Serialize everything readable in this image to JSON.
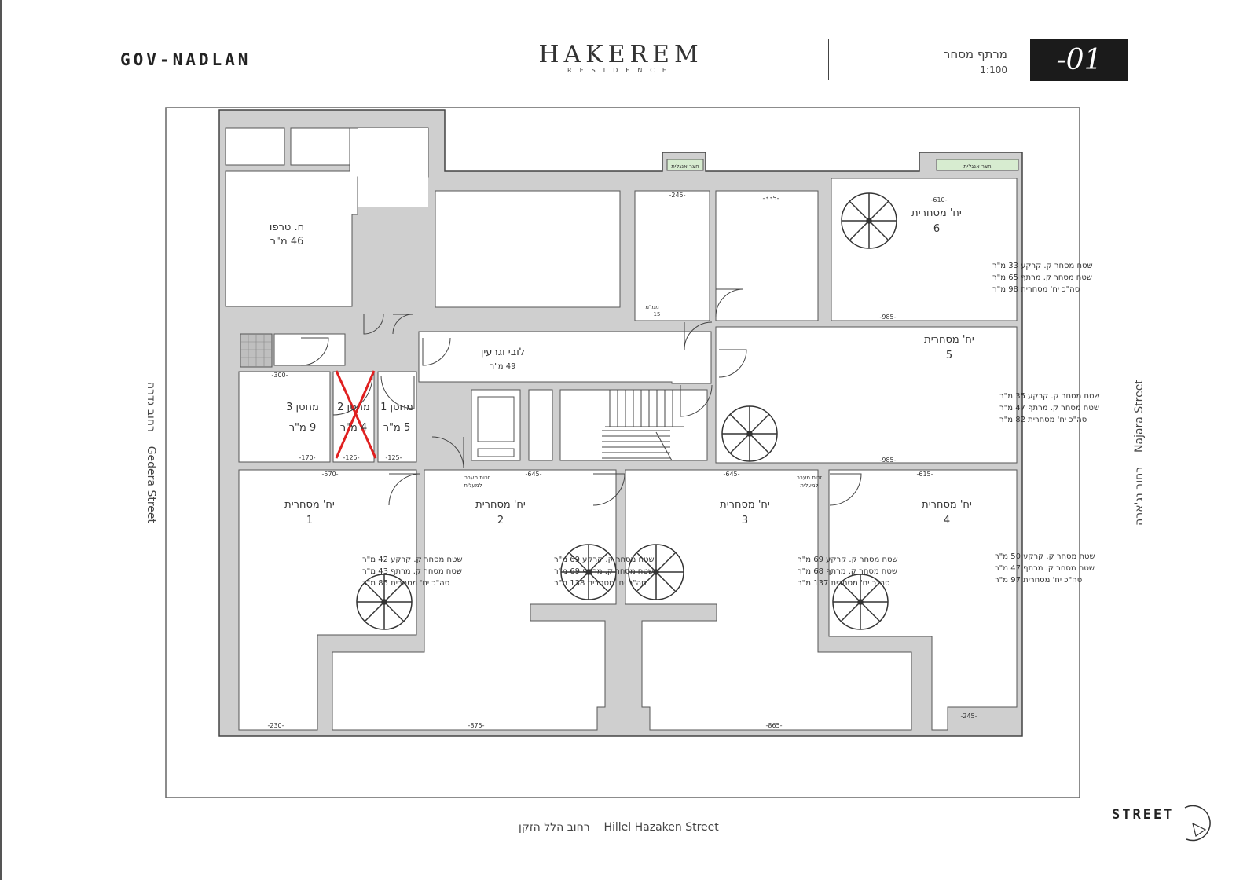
{
  "header": {
    "brand": "GOV-NADLAN",
    "logo_main": "HAKEREM",
    "logo_sub": "RESIDENCE",
    "floor_name": "מרתף מסחר",
    "scale": "1:100",
    "floor_number": "-01"
  },
  "streets": {
    "left_hebrew": "רחוב גדרה",
    "left_english": "Gedera Street",
    "right_english": "Najara Street",
    "right_hebrew": "רחוב נג'ארה",
    "bottom_hebrew": "רחוב הלל הזקן",
    "bottom_english": "Hillel Hazaken Street",
    "logo": "STREET"
  },
  "rooms": {
    "tech": {
      "name": "ח. טרפו",
      "area": "46 מ\"ר"
    },
    "lobby": {
      "name": "לובי וגרעין",
      "area": "49 מ\"ר"
    },
    "storage3": {
      "name": "מחסן 3",
      "area": "9 מ\"ר"
    },
    "storage2": {
      "name": "מחסן 2",
      "area": "4 מ\"ר"
    },
    "storage1": {
      "name": "מחסן 1",
      "area": "5 מ\"ר"
    },
    "small_room": {
      "name": "ממ\"מ",
      "area": "15"
    },
    "english_court": "חצר אנגלית",
    "passage_right_left": "זכות מעבר",
    "passage_right_left2": "למעלית",
    "passage_right_right": "זכות מעבר",
    "passage_right_right2": "למעלית"
  },
  "units": [
    {
      "title": "יח' מסחרית",
      "number": "1",
      "ground": "שטח מסחר ק. קרקע  42  מ\"ר",
      "basement": "שטח מסחר ק. מרתף  43  מ\"ר",
      "total": "סה\"כ יח' מסחרית  85  מ\"ר"
    },
    {
      "title": "יח' מסחרית",
      "number": "2",
      "ground": "שטח מסחר ק. קרקע  69  מ\"ר",
      "basement": "שטח מסחר ק. מרתף  69  מ\"ר",
      "total": "סה\"כ יח' מסחרית  138  מ\"ר"
    },
    {
      "title": "יח' מסחרית",
      "number": "3",
      "ground": "שטח מסחר ק. קרקע  69  מ\"ר",
      "basement": "שטח מסחר ק. מרתף  68  מ\"ר",
      "total": "סה\"כ יח' מסחרית  137  מ\"ר"
    },
    {
      "title": "יח' מסחרית",
      "number": "4",
      "ground": "שטח מסחר ק. קרקע  50  מ\"ר",
      "basement": "שטח מסחר ק. מרתף  47  מ\"ר",
      "total": "סה\"כ יח' מסחרית  97  מ\"ר"
    },
    {
      "title": "יח' מסחרית",
      "number": "5",
      "ground": "שטח מסחר ק. קרקע  35  מ\"ר",
      "basement": "שטח מסחר ק. מרתף  47  מ\"ר",
      "total": "סה\"כ יח' מסחרית  82  מ\"ר"
    },
    {
      "title": "יח' מסחרית",
      "number": "6",
      "ground": "שטח מסחר ק. קרקע  33  מ\"ר",
      "basement": "שטח מסחר ק. מרתף  65  מ\"ר",
      "total": "סה\"כ יח' מסחרית  98  מ\"ר"
    }
  ],
  "dimensions": {
    "d_245_top": "-245-",
    "d_335": "-335-",
    "d_610": "-610-",
    "d_985_a": "-985-",
    "d_985_b": "-985-",
    "d_300": "-300-",
    "d_170": "-170-",
    "d_125_a": "-125-",
    "d_125_b": "-125-",
    "d_570": "-570-",
    "d_645_a": "-645-",
    "d_645_b": "-645-",
    "d_615": "-615-",
    "d_230": "-230-",
    "d_875": "-875-",
    "d_865": "-865-",
    "d_245_bot": "-245-"
  },
  "colors": {
    "wall": "#cfcfcf",
    "wall_stroke": "#444444",
    "court": "#d7ecd0",
    "cross": "#e02020",
    "badge": "#1b1b1b"
  }
}
